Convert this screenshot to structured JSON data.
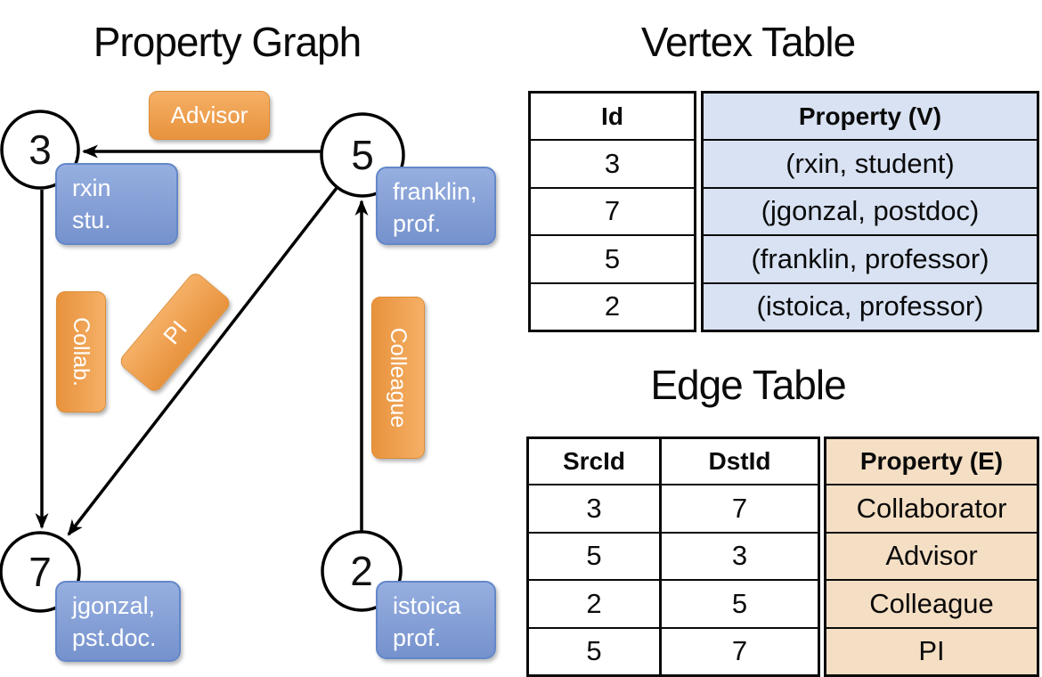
{
  "graph": {
    "title": "Property Graph",
    "nodes": [
      {
        "id": "3",
        "label_line1": "rxin",
        "label_line2": "stu."
      },
      {
        "id": "5",
        "label_line1": "franklin,",
        "label_line2": "prof."
      },
      {
        "id": "7",
        "label_line1": "jgonzal,",
        "label_line2": "pst.doc."
      },
      {
        "id": "2",
        "label_line1": "istoica",
        "label_line2": "prof."
      }
    ],
    "edges": [
      {
        "src": "5",
        "dst": "3",
        "label": "Advisor"
      },
      {
        "src": "3",
        "dst": "7",
        "label": "Collab."
      },
      {
        "src": "5",
        "dst": "7",
        "label": "PI"
      },
      {
        "src": "2",
        "dst": "5",
        "label": "Colleague"
      }
    ]
  },
  "vertex_table": {
    "title": "Vertex Table",
    "columns": {
      "id": "Id",
      "property": "Property (V)"
    },
    "rows": [
      {
        "id": "3",
        "property": "(rxin, student)"
      },
      {
        "id": "7",
        "property": "(jgonzal, postdoc)"
      },
      {
        "id": "5",
        "property": "(franklin, professor)"
      },
      {
        "id": "2",
        "property": "(istoica, professor)"
      }
    ]
  },
  "edge_table": {
    "title": "Edge Table",
    "columns": {
      "src": "SrcId",
      "dst": "DstId",
      "property": "Property (E)"
    },
    "rows": [
      {
        "src": "3",
        "dst": "7",
        "property": "Collaborator"
      },
      {
        "src": "5",
        "dst": "3",
        "property": "Advisor"
      },
      {
        "src": "2",
        "dst": "5",
        "property": "Colleague"
      },
      {
        "src": "5",
        "dst": "7",
        "property": "PI"
      }
    ]
  },
  "colors": {
    "edge_label_orange_top": "#f5b066",
    "edge_label_orange_bottom": "#e8923c",
    "vertex_label_blue_top": "#96afe0",
    "vertex_label_blue_bottom": "#7692cd",
    "vertex_table_fill": "#d8e2f3",
    "edge_table_fill": "#f5dfc4",
    "line_color": "#000000"
  }
}
